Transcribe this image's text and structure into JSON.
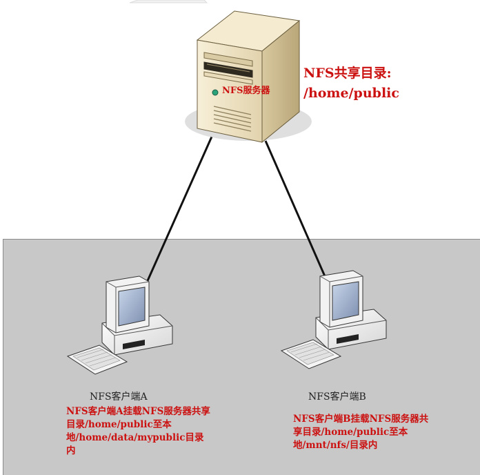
{
  "server": {
    "name": "NFS服务器",
    "share_label": "NFS共享目录:\n/home/public"
  },
  "clients": [
    {
      "name": "NFS客户端A",
      "description": "NFS客户端A挂载NFS服务器共享目录/home/public至本地/home/data/mypublic目录内"
    },
    {
      "name": "NFS客户端B",
      "description": "NFS客户端B挂载NFS服务器共享目录/home/public至本地/mnt/nfs/目录内"
    }
  ],
  "colors": {
    "accent_red": "#cc1111",
    "zone_gray": "#c8c8c8",
    "server_beige": "#efe3c2"
  }
}
